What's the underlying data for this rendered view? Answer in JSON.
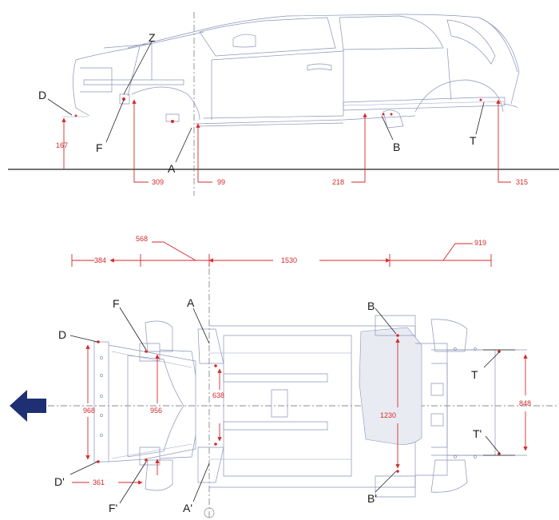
{
  "side_view": {
    "points": {
      "Z": "Z",
      "D": "D",
      "F": "F",
      "A": "A",
      "B": "B",
      "T": "T"
    },
    "heights": {
      "d": "167",
      "f": "309",
      "a": "99",
      "b": "218",
      "t": "315"
    }
  },
  "plan_view": {
    "points": {
      "F": "F",
      "A": "A",
      "B": "B",
      "D": "D",
      "T": "T",
      "T_prime": "T'",
      "D_prime": "D'",
      "F_prime": "F'",
      "A_prime": "A'",
      "B_prime": "B'"
    },
    "lengths": {
      "l568": "568",
      "l384": "384",
      "l1530": "1530",
      "l919": "919",
      "l638": "638",
      "l361": "361"
    },
    "widths": {
      "w968": "968",
      "w956": "956",
      "w1230": "1230",
      "w848": "848"
    }
  },
  "colors": {
    "dimension": "#d42a2a",
    "outline": "#8a94b8",
    "arrow": "#1f2f73"
  },
  "icons": {
    "direction": "forward-arrow-icon"
  }
}
